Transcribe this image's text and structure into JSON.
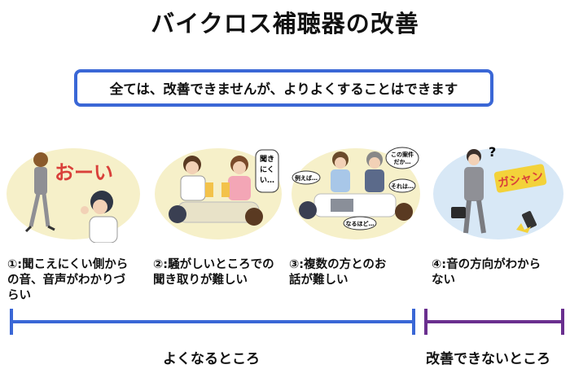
{
  "title": "バイクロス補聴器の改善",
  "message": "全ては、改善できませんが、よりよくすることはできます",
  "panels": [
    {
      "sfx": "おーい",
      "caption_lines": [
        "①:聞こえにくい側から",
        "の音、音声がわかりづ",
        "らい"
      ]
    },
    {
      "bubble_lines": [
        "聞き",
        "にく",
        "い…"
      ],
      "caption_lines": [
        "②:騒がしいところでの",
        "聞き取りが難しい"
      ]
    },
    {
      "bubbles": [
        "この案件",
        "だか…",
        "例えば…",
        "それは…",
        "なるほど…"
      ],
      "caption_lines": [
        "③:複数の方とのお",
        "話が難しい"
      ]
    },
    {
      "sfx": "ガシャン",
      "question": "?",
      "caption_lines": [
        "④:音の方向がわから",
        "ない"
      ]
    }
  ],
  "scale": {
    "good_label": "よくなるところ",
    "bad_label": "改善できないところ",
    "good_color": "#3a67d6",
    "bad_color": "#6a2f8f"
  }
}
